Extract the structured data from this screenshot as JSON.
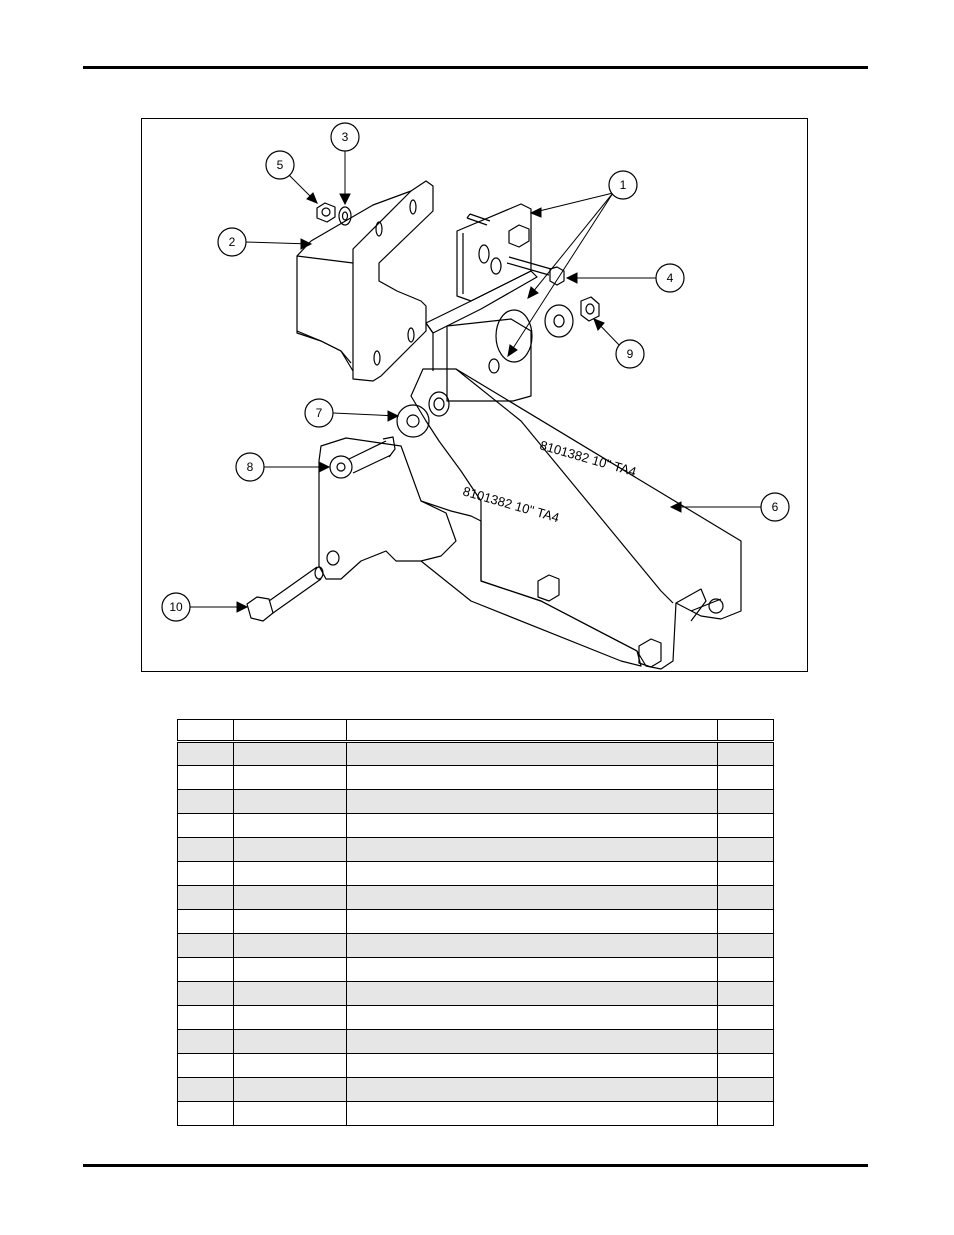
{
  "figure": {
    "callouts": [
      {
        "label": "1"
      },
      {
        "label": "2"
      },
      {
        "label": "3"
      },
      {
        "label": "4"
      },
      {
        "label": "5"
      },
      {
        "label": "6"
      },
      {
        "label": "7"
      },
      {
        "label": "8"
      },
      {
        "label": "9"
      },
      {
        "label": "10"
      }
    ],
    "part_stamp_upper": "8101382 10\" TA4",
    "part_stamp_lower": "8101382 10\" TA4"
  },
  "parts_table": {
    "headers": [
      "",
      "",
      "",
      ""
    ],
    "rows": [
      [
        "",
        "",
        "",
        ""
      ],
      [
        "",
        "",
        "",
        ""
      ],
      [
        "",
        "",
        "",
        ""
      ],
      [
        "",
        "",
        "",
        ""
      ],
      [
        "",
        "",
        "",
        ""
      ],
      [
        "",
        "",
        "",
        ""
      ],
      [
        "",
        "",
        "",
        ""
      ],
      [
        "",
        "",
        "",
        ""
      ],
      [
        "",
        "",
        "",
        ""
      ],
      [
        "",
        "",
        "",
        ""
      ],
      [
        "",
        "",
        "",
        ""
      ],
      [
        "",
        "",
        "",
        ""
      ],
      [
        "",
        "",
        "",
        ""
      ],
      [
        "",
        "",
        "",
        ""
      ],
      [
        "",
        "",
        "",
        ""
      ],
      [
        "",
        "",
        "",
        ""
      ]
    ]
  }
}
